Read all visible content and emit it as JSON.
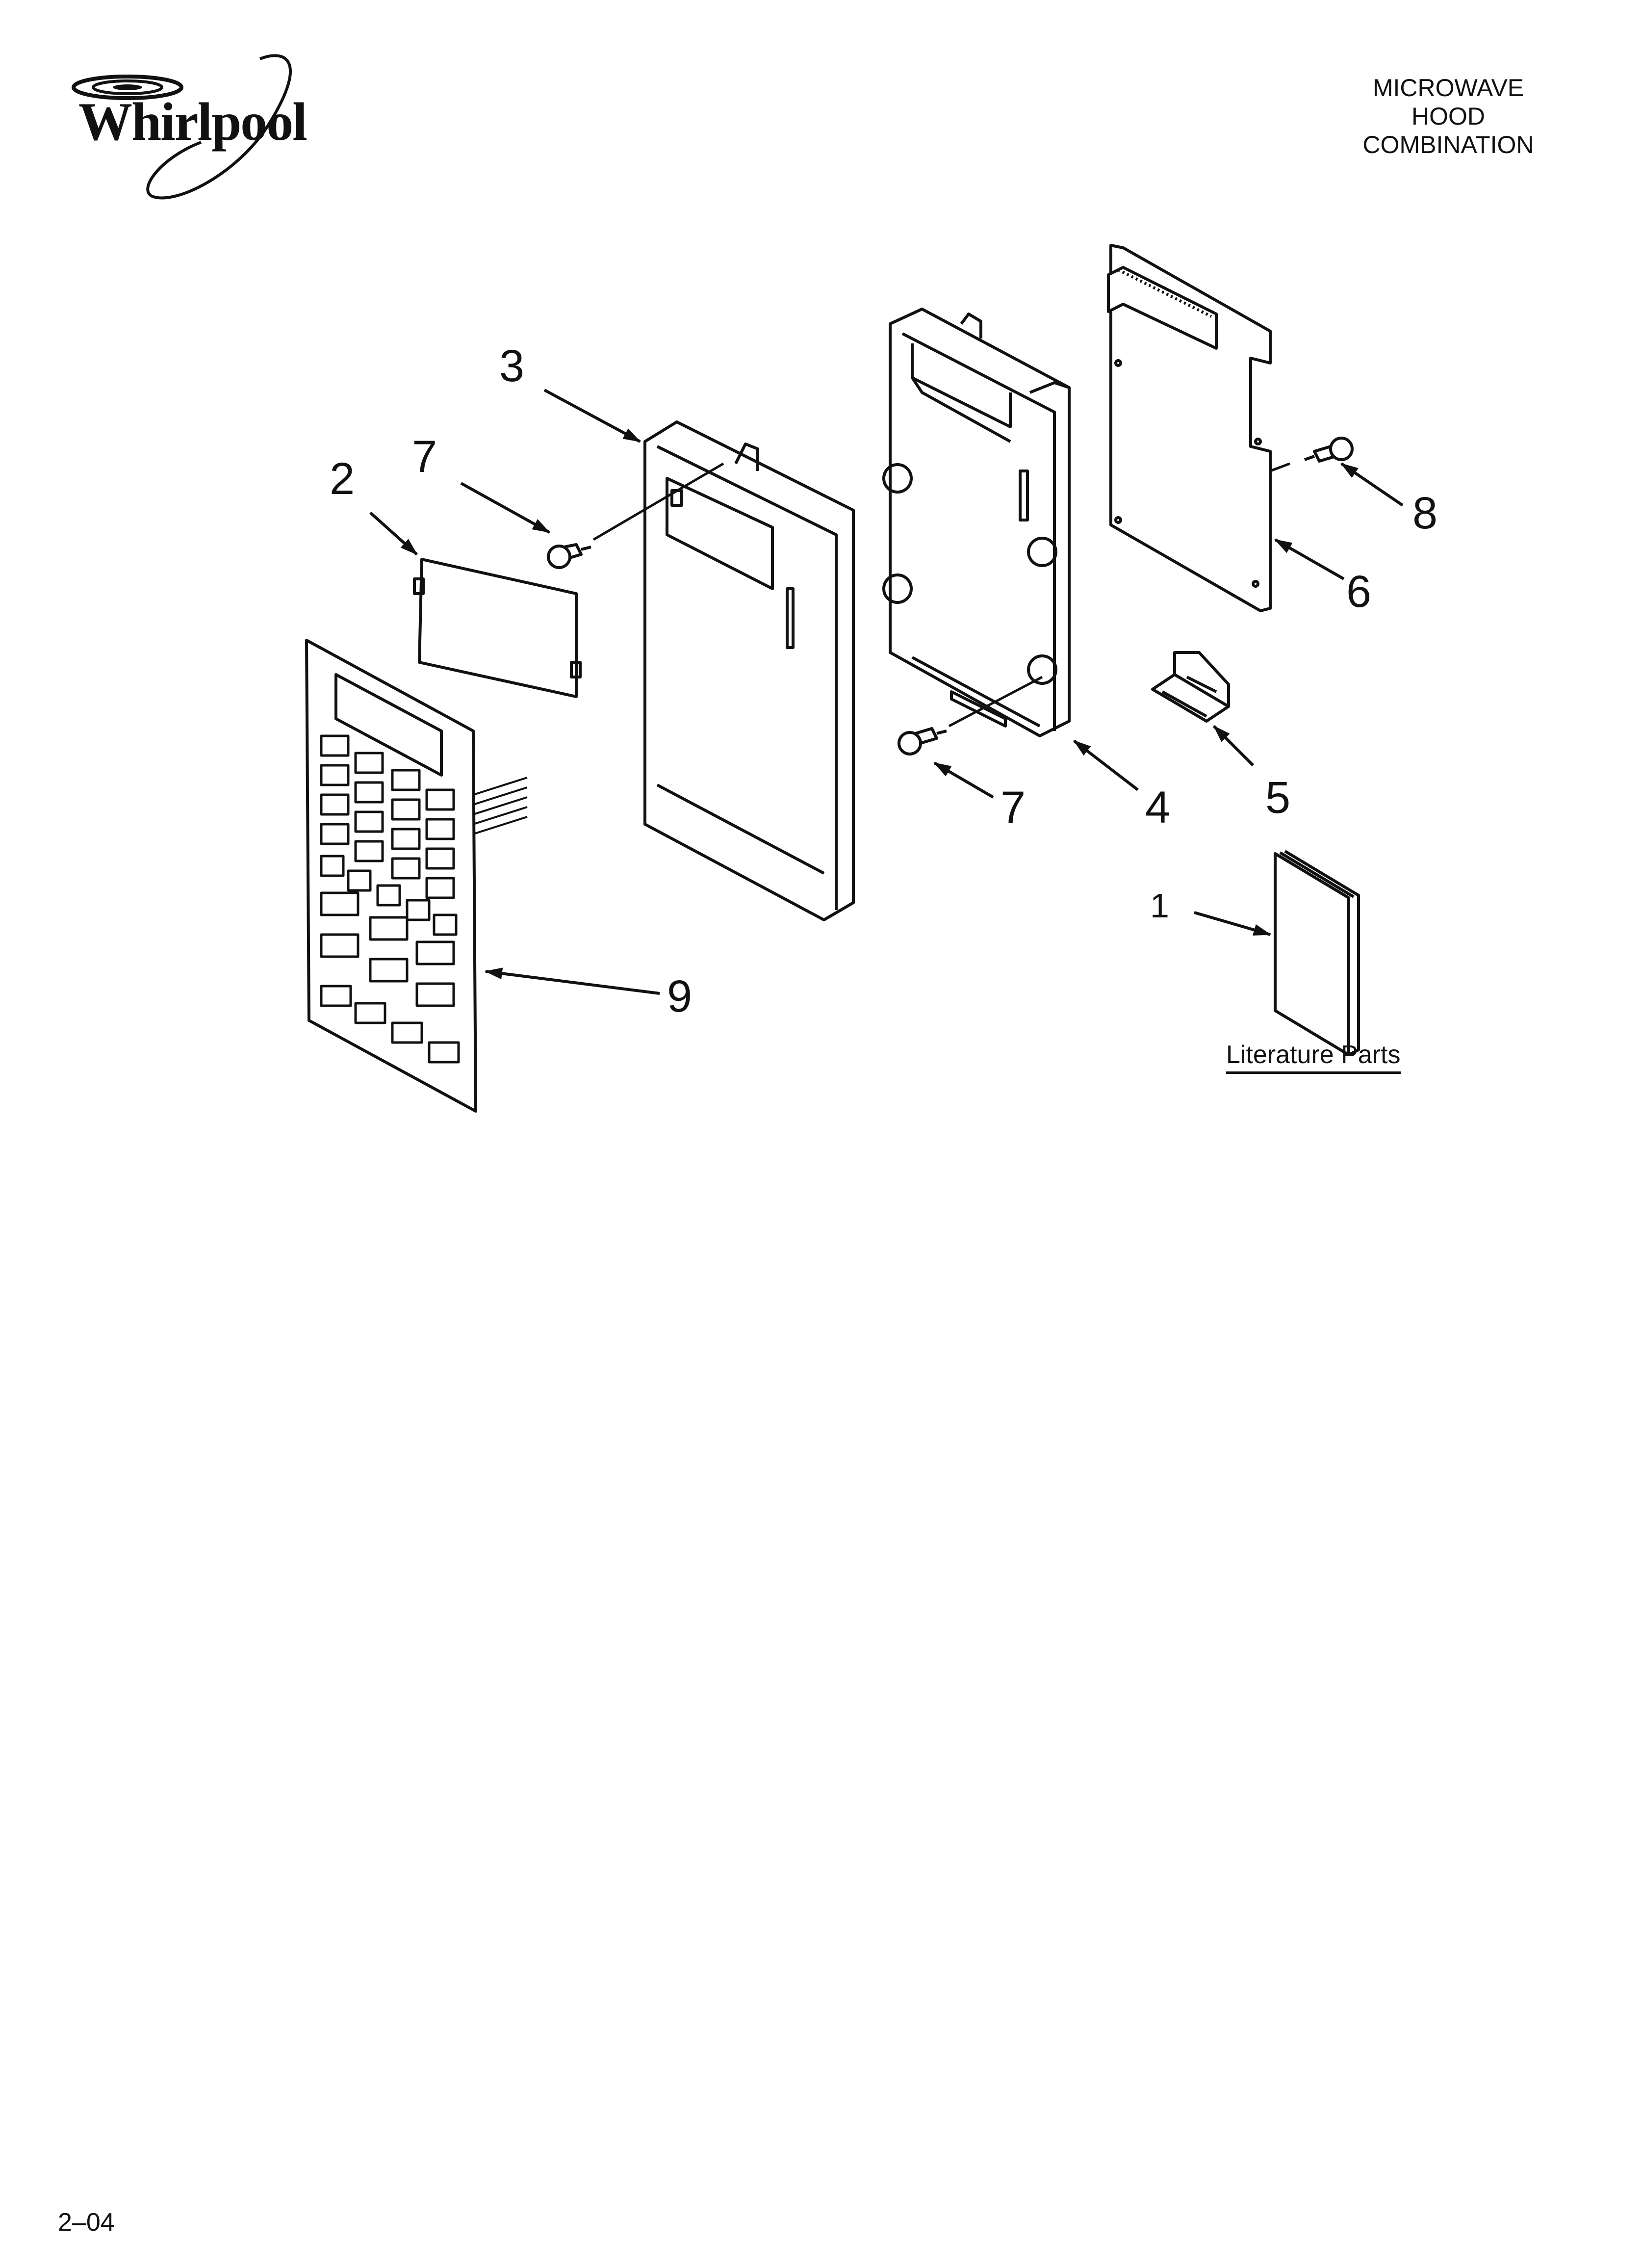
{
  "brand": {
    "name": "Whirlpool"
  },
  "header": {
    "title_lines": [
      "MICROWAVE",
      "HOOD",
      "COMBINATION"
    ]
  },
  "callouts": {
    "c1": "1",
    "c2": "2",
    "c3": "3",
    "c4": "4",
    "c5": "5",
    "c6": "6",
    "c7a": "7",
    "c7b": "7",
    "c8": "8",
    "c9": "9"
  },
  "literature_label": "Literature Parts",
  "footer": {
    "page_code": "2–04"
  }
}
